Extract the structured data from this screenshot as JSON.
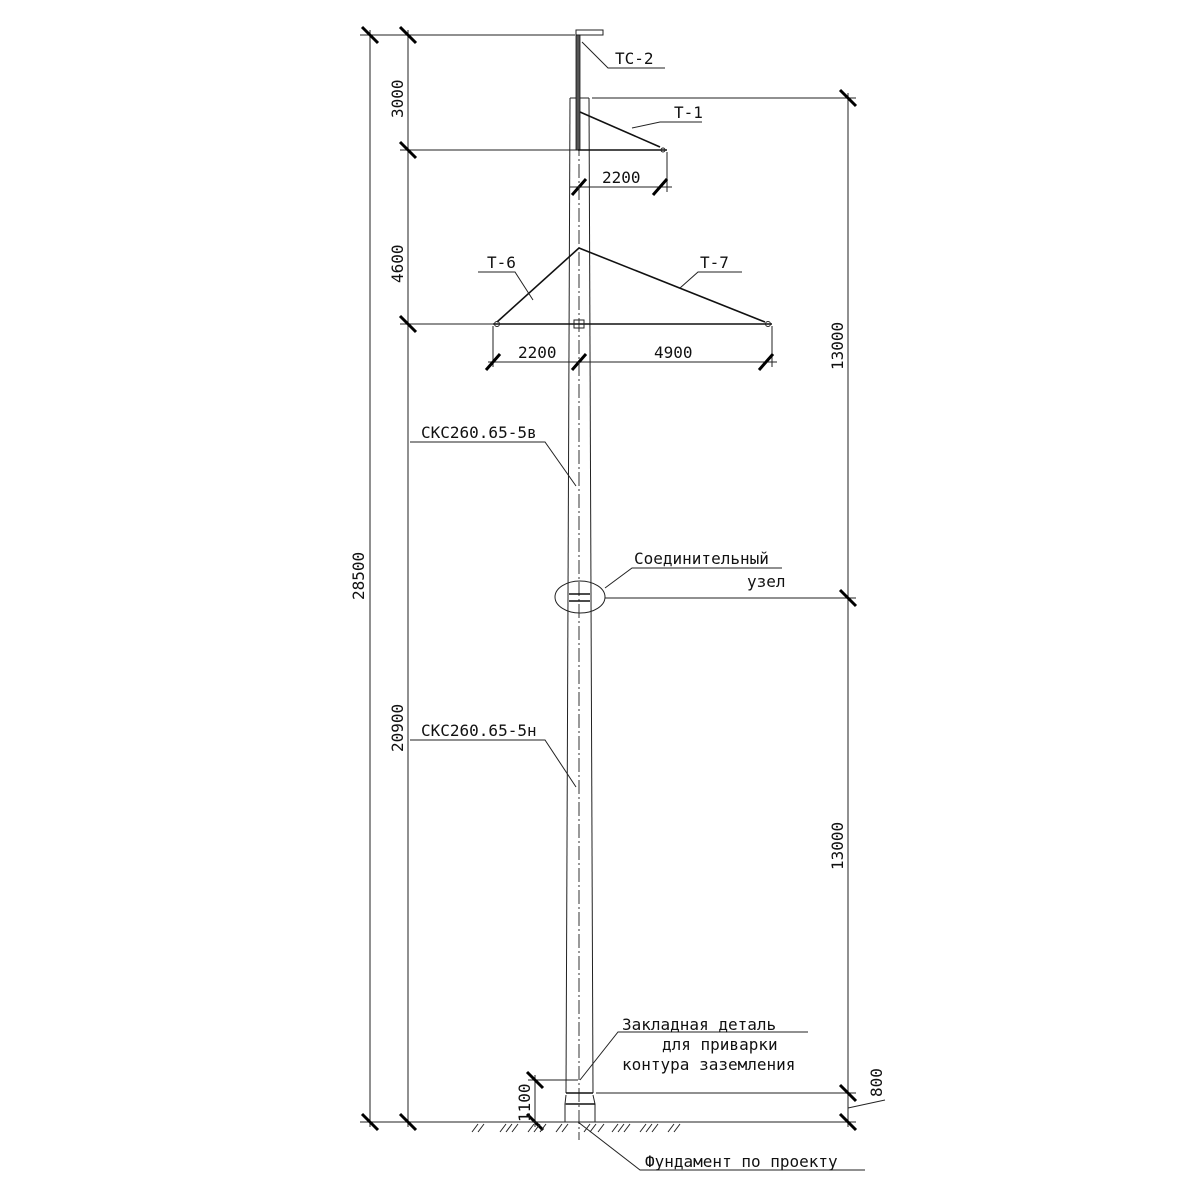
{
  "labels": {
    "tc2": "ТС-2",
    "t1": "Т-1",
    "t6": "Т-6",
    "t7": "Т-7",
    "upper_section": "СКС260.65-5в",
    "lower_section": "СКС260.65-5н",
    "joint_line1": "Соединительный",
    "joint_line2": "узел",
    "embed_line1": "Закладная деталь",
    "embed_line2": "для приварки",
    "embed_line3": "контура заземления",
    "foundation": "Фундамент по проекту"
  },
  "dimensions": {
    "total_height": "28500",
    "top_3000": "3000",
    "mid_4600": "4600",
    "lower_20900": "20900",
    "right_upper_13000": "13000",
    "right_lower_13000": "13000",
    "base_800": "800",
    "embed_1100": "1100",
    "arm_t1_2200": "2200",
    "arm_left_2200": "2200",
    "arm_right_4900": "4900"
  }
}
